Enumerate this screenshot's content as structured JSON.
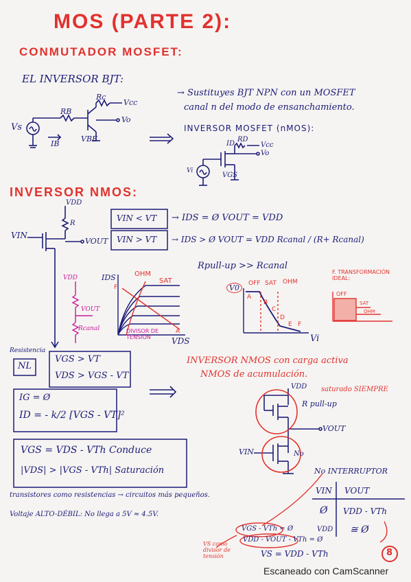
{
  "title": "MOS (PARTE 2):",
  "subtitle": "CONMUTADOR MOSFET:",
  "bjt_heading": "EL INVERSOR BJT:",
  "bjt_circuit": {
    "rc": "Rc",
    "rb": "RB",
    "vcc": "Vcc",
    "vs": "Vs",
    "vo": "Vo",
    "ib": "IB",
    "vbe": "VBE"
  },
  "bjt_note_line1": "→ Sustituyes BJT NPN con un MOSFET",
  "bjt_note_line2": "canal n del modo de ensanchamiento.",
  "nmos_inverter_label": "INVERSOR MOSFET (nMOS):",
  "nmos_circuit": {
    "id": "ID",
    "rd": "RD",
    "vcc": "Vcc",
    "vo": "Vo",
    "vgs": "VGS",
    "vi": "Vi"
  },
  "section2": "INVERSOR NMOS:",
  "inv": {
    "vdd": "VDD",
    "r": "R",
    "vin": "VIN",
    "vout": "VOUT"
  },
  "cond1": "VIN < VT",
  "res1": "→ IDS = Ø   VOUT = VDD",
  "cond2": "VIN > VT",
  "res2": "→ IDS > Ø   VOUT = VDD Rcanal / (R+ Rcanal)",
  "pullup": "Rpull-up >> Rcanal",
  "iv_graph": {
    "y": "IDS",
    "x": "VDS",
    "ohm": "OHM",
    "sat": "SAT",
    "divisor": "DIVISOR DE TENSIÓN",
    "vdd": "VDD",
    "vout": "VOUT",
    "rcanal": "Rcanal",
    "f": "F",
    "a": "A"
  },
  "transfer": {
    "v0": "V0",
    "vi": "Vi",
    "off": "OFF",
    "sat": "SAT",
    "ohm": "OHM",
    "a": "A",
    "b": "B",
    "c": "C",
    "d": "D",
    "e": "E",
    "f": "F"
  },
  "ideal": {
    "title": "F. TRANSFORMACIÓN IDEAL:",
    "off": "OFF",
    "sat": "SAT",
    "ohm": "OHM"
  },
  "resist_label": "Resistencia",
  "nl": "NL",
  "nl_cond1": "VGS > VT",
  "nl_cond2": "VDS > VGS - VT",
  "ig": "IG = Ø",
  "id_eq": "ID = - k/2 [VGS - VT]²",
  "active_load1": "INVERSOR NMOS con carga activa",
  "active_load2": "NMOS de acumulación.",
  "active": {
    "vdd": "VDD",
    "note": "saturado SIEMPRE",
    "pull": "R pull-up",
    "vout": "VOUT",
    "vin": "VIN",
    "no": "No"
  },
  "vgs_line1": "VGS = VDS - VTh  Conduce",
  "vgs_line2": "|VDS| > |VGS - VTh|  Saturación",
  "bullet1": "transistores como resistencias → circuitos más pequeños.",
  "bullet2": "Voltaje ALTO-DÉBIL: No llega a 5V ≈ 4.5V.",
  "switch_title": "No INTERRUPTOR",
  "table": {
    "h1": "VIN",
    "h2": "VOUT",
    "r1c1": "Ø",
    "r1c2": "VDD - VTh",
    "r2c1": "VDD",
    "r2c2": "≅ Ø"
  },
  "bottom_eq1": "VGS - VTh = Ø",
  "bottom_eq2": "VDD - VOUT - VTh = Ø",
  "bottom_eq3": "VS = VDD - VTh",
  "vs_note": "VS como divisor de tensión",
  "page_number": "8",
  "scanner": "Escaneado con CamScanner"
}
